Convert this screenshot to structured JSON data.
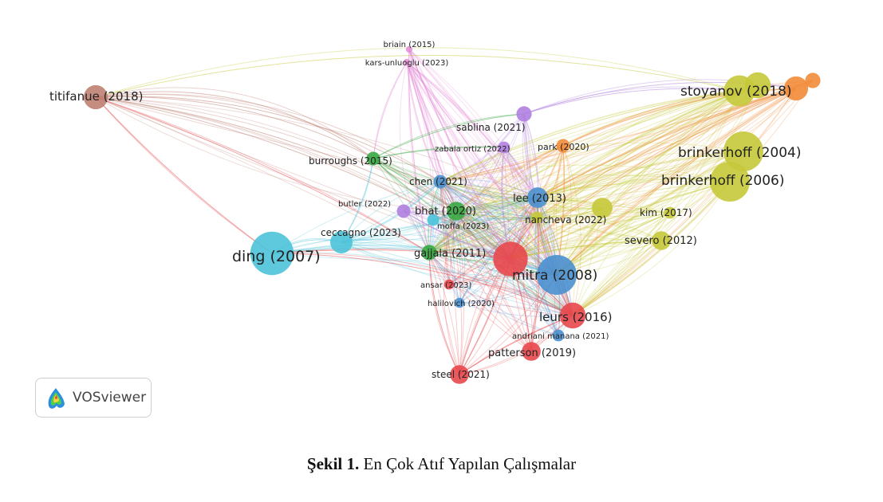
{
  "badge": {
    "text": "VOSviewer",
    "logo_icon": "vosviewer-logo-icon"
  },
  "caption": {
    "label": "Şekil 1.",
    "text": " En Çok Atıf Yapılan Çalışmalar"
  },
  "colors": {
    "red": "#e8474c",
    "blue": "#4a90cf",
    "green": "#38a842",
    "purple": "#b07fe0",
    "cyan": "#4cc3d9",
    "yellow": "#c5c93a",
    "orange": "#f28c3a",
    "brown": "#bf7f72",
    "pink": "#e58fd8"
  },
  "chart_data": {
    "type": "network",
    "nodes": [
      {
        "id": "titifanue",
        "label": "titifanue (2018)",
        "cluster": "brown",
        "weight": 11
      },
      {
        "id": "briain",
        "label": "briain (2015)",
        "cluster": "pink",
        "weight": 1
      },
      {
        "id": "kars",
        "label": "kars-unluoglu (2023)",
        "cluster": "pink",
        "weight": 1
      },
      {
        "id": "stoyanov",
        "label": "stoyanov (2018)",
        "cluster": "yellow",
        "weight": 15
      },
      {
        "id": "orange1",
        "label": "",
        "cluster": "orange",
        "weight": 11
      },
      {
        "id": "orange2",
        "label": "",
        "cluster": "orange",
        "weight": 6
      },
      {
        "id": "yellow2",
        "label": "",
        "cluster": "yellow",
        "weight": 12
      },
      {
        "id": "sablina",
        "label": "sablina (2021)",
        "cluster": "purple",
        "weight": 6
      },
      {
        "id": "zabala",
        "label": "zabala ortiz (2022)",
        "cluster": "purple",
        "weight": 4
      },
      {
        "id": "park",
        "label": "park (2020)",
        "cluster": "orange",
        "weight": 5
      },
      {
        "id": "brinkerhoff2004",
        "label": "brinkerhoff (2004)",
        "cluster": "yellow",
        "weight": 20
      },
      {
        "id": "brinkerhoff2006",
        "label": "brinkerhoff (2006)",
        "cluster": "yellow",
        "weight": 20
      },
      {
        "id": "burroughs",
        "label": "burroughs (2015)",
        "cluster": "green",
        "weight": 5
      },
      {
        "id": "chen",
        "label": "chen (2021)",
        "cluster": "blue",
        "weight": 5
      },
      {
        "id": "lee",
        "label": "lee (2013)",
        "cluster": "blue",
        "weight": 9
      },
      {
        "id": "butler",
        "label": "butler (2022)",
        "cluster": "purple",
        "weight": 5
      },
      {
        "id": "bhat",
        "label": "bhat (2020)",
        "cluster": "green",
        "weight": 8
      },
      {
        "id": "moffa",
        "label": "moffa (2023)",
        "cluster": "cyan",
        "weight": 4
      },
      {
        "id": "nancheva",
        "label": "nancheva (2022)",
        "cluster": "yellow",
        "weight": 4
      },
      {
        "id": "yellow3",
        "label": "",
        "cluster": "yellow",
        "weight": 9
      },
      {
        "id": "kim",
        "label": "kim (2017)",
        "cluster": "yellow",
        "weight": 4
      },
      {
        "id": "severo",
        "label": "severo (2012)",
        "cluster": "yellow",
        "weight": 8
      },
      {
        "id": "ceccagno",
        "label": "ceccagno (2023)",
        "cluster": "cyan",
        "weight": 10
      },
      {
        "id": "ding",
        "label": "ding (2007)",
        "cluster": "cyan",
        "weight": 22
      },
      {
        "id": "gajjala",
        "label": "gajjala (2011)",
        "cluster": "green",
        "weight": 6
      },
      {
        "id": "redbig",
        "label": "",
        "cluster": "red",
        "weight": 17
      },
      {
        "id": "mitra",
        "label": "mitra (2008)",
        "cluster": "blue",
        "weight": 20
      },
      {
        "id": "ansar",
        "label": "ansar (2023)",
        "cluster": "red",
        "weight": 3
      },
      {
        "id": "halilovich",
        "label": "halilovich (2020)",
        "cluster": "blue",
        "weight": 3
      },
      {
        "id": "leurs",
        "label": "leurs (2016)",
        "cluster": "red",
        "weight": 12
      },
      {
        "id": "andriani",
        "label": "andriani manana (2021)",
        "cluster": "blue",
        "weight": 4
      },
      {
        "id": "patterson",
        "label": "patterson (2019)",
        "cluster": "red",
        "weight": 8
      },
      {
        "id": "steel",
        "label": "steel (2021)",
        "cluster": "red",
        "weight": 8
      }
    ]
  }
}
